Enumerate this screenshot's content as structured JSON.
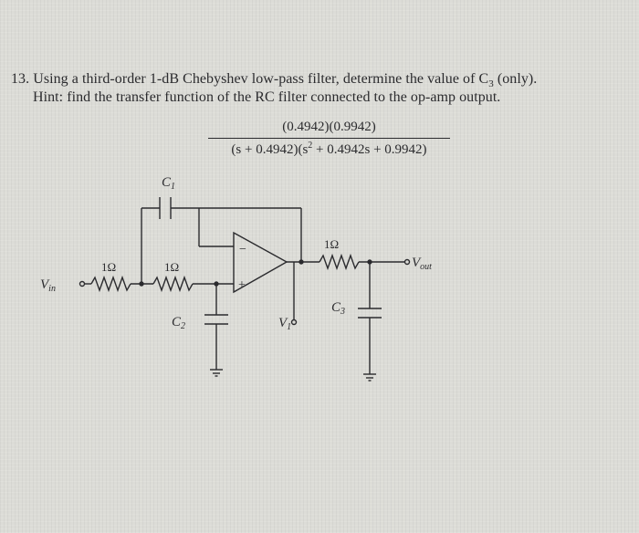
{
  "problem": {
    "number": "13.",
    "statement": "Using a third-order 1-dB Chebyshev low-pass filter, determine the value of C",
    "statement_sub": "3",
    "statement_tail": " (only).",
    "hint": "Hint: find the transfer function of the RC filter connected to the op-amp output."
  },
  "formula": {
    "numerator": "(0.4942)(0.9942)",
    "denominator_a": "(s + 0.4942)(s",
    "denominator_sup": "2",
    "denominator_b": " + 0.4942s + 0.9942)"
  },
  "circuit": {
    "c1": "C",
    "c1_sub": "1",
    "c2": "C",
    "c2_sub": "2",
    "c3": "C",
    "c3_sub": "3",
    "r1": "1Ω",
    "r2": "1Ω",
    "r3": "1Ω",
    "vin": "V",
    "vin_sub": "in",
    "vout": "V",
    "vout_sub": "out",
    "v1": "V",
    "v1_sub": "1",
    "minus": "−",
    "plus": "+"
  }
}
